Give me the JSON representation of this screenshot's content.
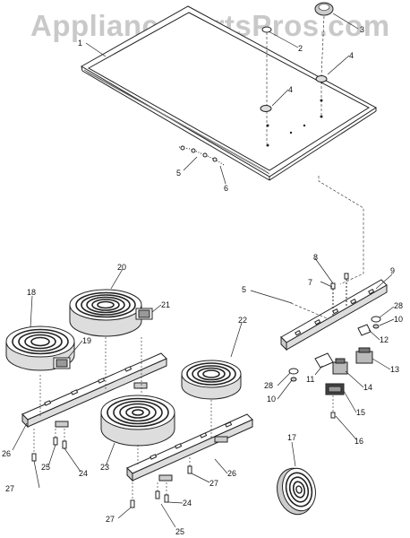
{
  "watermark": "AppliancePartsPros.com",
  "callouts": [
    {
      "key": "c1",
      "label": "1"
    },
    {
      "key": "c2",
      "label": "2"
    },
    {
      "key": "c3",
      "label": "3"
    },
    {
      "key": "c4a",
      "label": "4"
    },
    {
      "key": "c4b",
      "label": "4"
    },
    {
      "key": "c5a",
      "label": "5"
    },
    {
      "key": "c6",
      "label": "6"
    },
    {
      "key": "c7",
      "label": "7"
    },
    {
      "key": "c8",
      "label": "8"
    },
    {
      "key": "c9",
      "label": "9"
    },
    {
      "key": "c5b",
      "label": "5"
    },
    {
      "key": "c28a",
      "label": "28"
    },
    {
      "key": "c10a",
      "label": "10"
    },
    {
      "key": "c12",
      "label": "12"
    },
    {
      "key": "c13",
      "label": "13"
    },
    {
      "key": "c14",
      "label": "14"
    },
    {
      "key": "c11",
      "label": "11"
    },
    {
      "key": "c28b",
      "label": "28"
    },
    {
      "key": "c10b",
      "label": "10"
    },
    {
      "key": "c15",
      "label": "15"
    },
    {
      "key": "c16",
      "label": "16"
    },
    {
      "key": "c20",
      "label": "20"
    },
    {
      "key": "c21",
      "label": "21"
    },
    {
      "key": "c18",
      "label": "18"
    },
    {
      "key": "c19",
      "label": "19"
    },
    {
      "key": "c22",
      "label": "22"
    },
    {
      "key": "c26a",
      "label": "26"
    },
    {
      "key": "c25a",
      "label": "25"
    },
    {
      "key": "c24a",
      "label": "24"
    },
    {
      "key": "c27a",
      "label": "27"
    },
    {
      "key": "c23",
      "label": "23"
    },
    {
      "key": "c26b",
      "label": "26"
    },
    {
      "key": "c27b",
      "label": "27"
    },
    {
      "key": "c24b",
      "label": "24"
    },
    {
      "key": "c27c",
      "label": "27"
    },
    {
      "key": "c25b",
      "label": "25"
    },
    {
      "key": "c17",
      "label": "17"
    }
  ]
}
